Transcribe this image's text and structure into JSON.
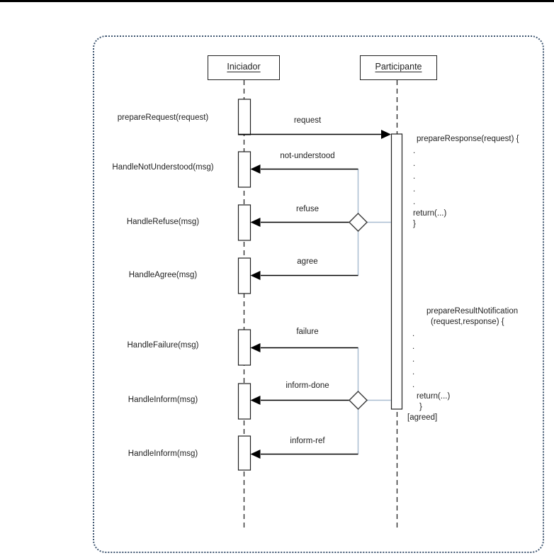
{
  "diagram": {
    "actors": [
      {
        "name": "Iniciador"
      },
      {
        "name": "Participante"
      }
    ],
    "left_labels": [
      "prepareRequest(request)",
      "HandleNotUnderstood(msg)",
      "HandleRefuse(msg)",
      "HandleAgree(msg)",
      "HandleFailure(msg)",
      "HandleInform(msg)",
      "HandleInform(msg)"
    ],
    "messages": [
      {
        "label": "request",
        "direction": "right"
      },
      {
        "label": "not-understood",
        "direction": "left"
      },
      {
        "label": "refuse",
        "direction": "left"
      },
      {
        "label": "agree",
        "direction": "left"
      },
      {
        "label": "failure",
        "direction": "left"
      },
      {
        "label": "inform-done",
        "direction": "left"
      },
      {
        "label": "inform-ref",
        "direction": "left"
      }
    ],
    "code_blocks": [
      {
        "lines": [
          "prepareResponse(request) {",
          ".",
          ".",
          ".",
          ".",
          ".",
          "return(...)",
          "}"
        ]
      },
      {
        "lines": [
          "prepareResultNotification",
          "(request,response) {",
          ".",
          ".",
          ".",
          ".",
          ".",
          "return(...)",
          "}",
          "[agreed]"
        ]
      }
    ],
    "colors": {
      "message_line": "#000000",
      "connector": "#a9bdd1",
      "frame_border": "#3e5570",
      "diamond_stroke": "#3f3f3f"
    }
  }
}
